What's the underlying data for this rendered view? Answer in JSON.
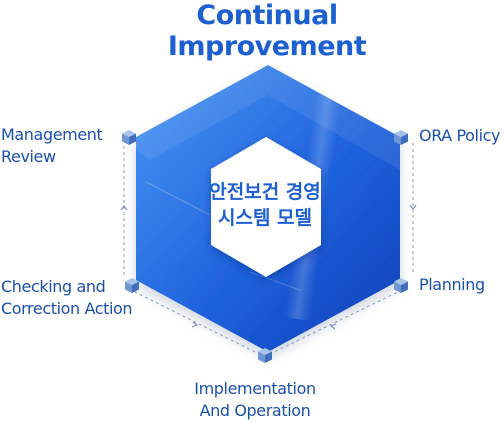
{
  "title": {
    "line1": "Continual",
    "line2": "Improvement"
  },
  "center": {
    "line1": "안전보건 경영",
    "line2": "시스템 모델"
  },
  "stages": {
    "top_right": {
      "line1": "ORA Policy"
    },
    "right": {
      "line1": "Planning"
    },
    "bottom": {
      "line1": "Implementation",
      "line2": "And Operation"
    },
    "left": {
      "line1": "Checking and",
      "line2": "Correction Action"
    },
    "top_left": {
      "line1": "Management",
      "line2": "Review"
    }
  },
  "colors": {
    "accent": "#1e5fd0",
    "hexagon_light": "#3d8cf0",
    "hexagon_dark": "#0f47c4",
    "label_text": "#1c4fa8",
    "connector": "#7f95b8",
    "cube": "#5a86c8"
  }
}
